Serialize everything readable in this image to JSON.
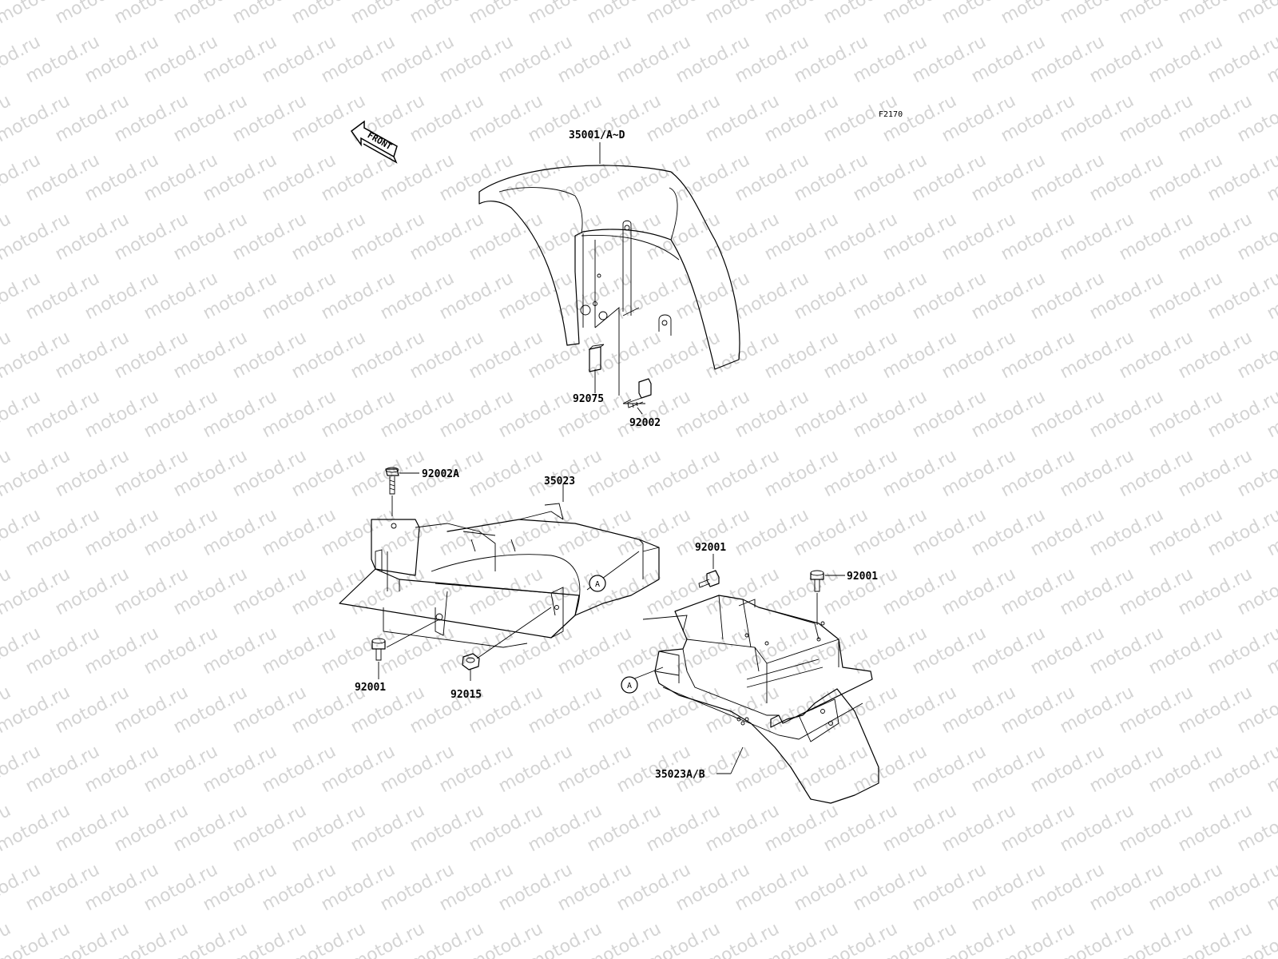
{
  "watermark": "motod.ru",
  "figure_ref": "F2170",
  "front_arrow": {
    "label": "FRONT",
    "icon": "front-arrow-icon"
  },
  "callouts": [
    {
      "id": "front-fender",
      "label": "35001/A~D"
    },
    {
      "id": "pad",
      "label": "92075"
    },
    {
      "id": "bolt-front",
      "label": "92002"
    },
    {
      "id": "bolt-top",
      "label": "92002A"
    },
    {
      "id": "inner-fender",
      "label": "35023"
    },
    {
      "id": "bolt-mid",
      "label": "92001"
    },
    {
      "id": "bolt-right",
      "label": "92001"
    },
    {
      "id": "bolt-low-left",
      "label": "92001"
    },
    {
      "id": "nut",
      "label": "92015"
    },
    {
      "id": "rear-fender",
      "label": "35023A/B"
    }
  ],
  "ref_marks": [
    "A",
    "A"
  ]
}
